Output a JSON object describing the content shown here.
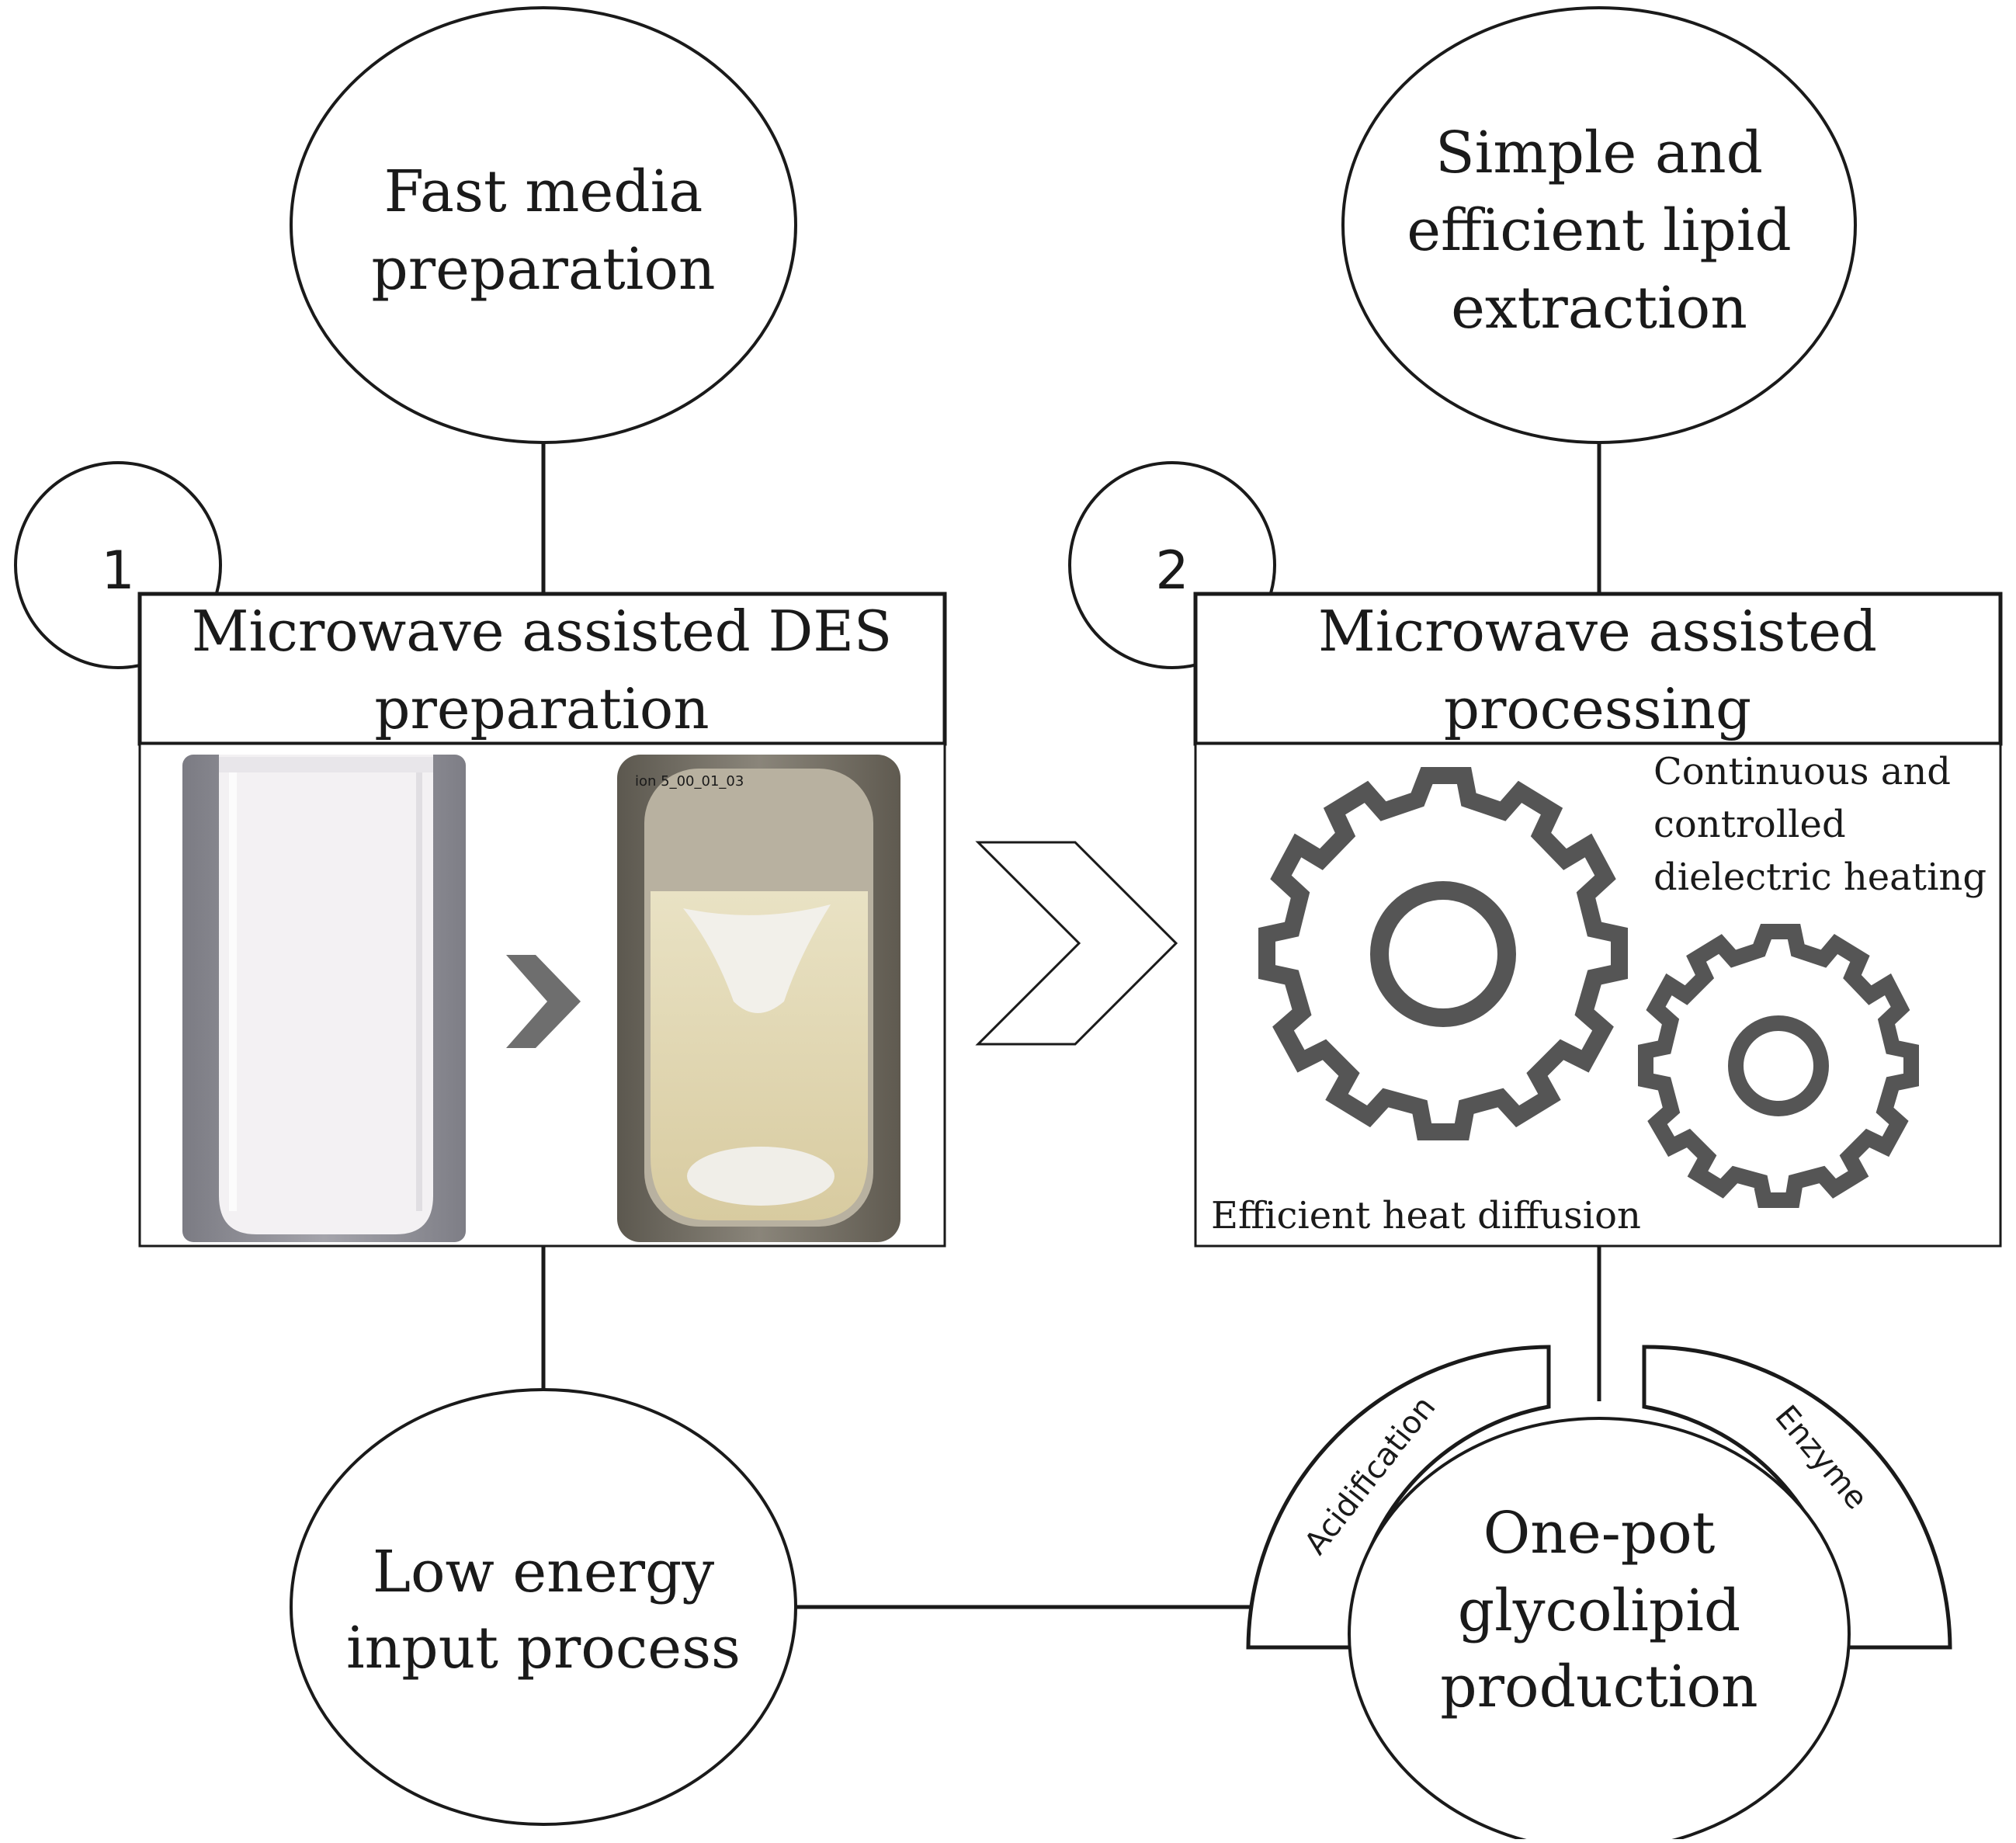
{
  "colors": {
    "stroke": "#1a1a1a",
    "gear": "#555555",
    "arrow_small": "#6e6e6e",
    "tube_left_bg": "#8f8f96",
    "tube_right_bg": "#6d6a63",
    "powder": "#f4f2f4",
    "liquid": "#e5dcbc"
  },
  "ellipses": {
    "fast_media": [
      "Fast media",
      "preparation"
    ],
    "lipid_extraction": [
      "Simple and",
      "efficient lipid",
      "extraction"
    ],
    "low_energy": [
      "Low energy",
      "input process"
    ],
    "one_pot": [
      "One-pot",
      "glycolipid",
      "production"
    ]
  },
  "step1": {
    "number": "1",
    "title": [
      "Microwave assisted DES",
      "preparation"
    ],
    "photo_caption": "ion 5_00_01_03",
    "left_photo_icon": "powder-tube-photo",
    "right_photo_icon": "liquid-tube-photo"
  },
  "step2": {
    "number": "2",
    "title": [
      "Microwave assisted",
      "processing"
    ],
    "note_top": [
      "Continuous and",
      "controlled",
      "dielectric heating"
    ],
    "note_bottom": "Efficient heat diffusion"
  },
  "arcs": {
    "left": "Acidification",
    "right": "Enzyme"
  }
}
